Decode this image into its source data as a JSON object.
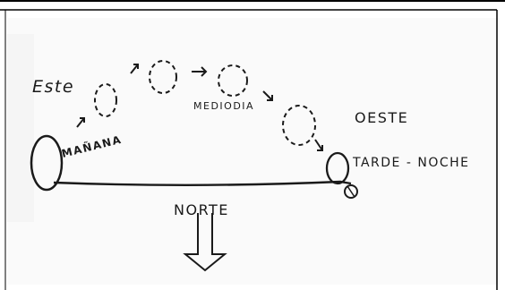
{
  "labels": {
    "east": "Este",
    "morning": "MAÑANA",
    "noon": "MEDIODIA",
    "west": "OESTE",
    "evening": "TARDE - NOCHE",
    "north": "NORTE"
  },
  "colors": {
    "ink": "#1a1a1a",
    "paper": "#ffffff",
    "frame": "#000000"
  }
}
